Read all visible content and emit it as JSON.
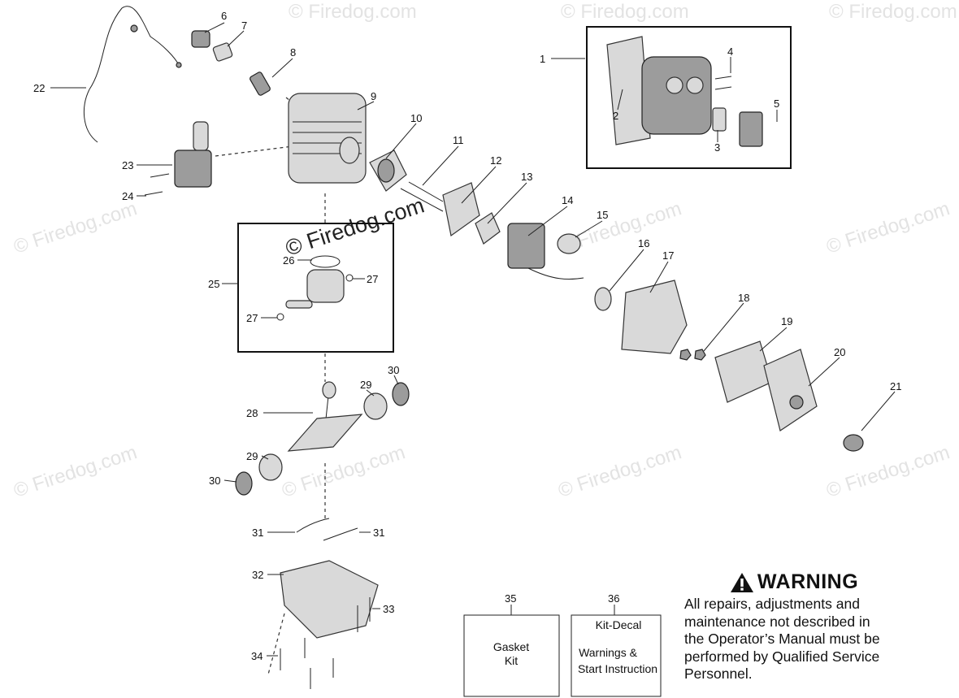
{
  "watermark": "© Firedog.com",
  "callouts": [
    "1",
    "2",
    "3",
    "4",
    "5",
    "6",
    "7",
    "8",
    "9",
    "10",
    "11",
    "12",
    "13",
    "14",
    "15",
    "16",
    "17",
    "18",
    "19",
    "20",
    "21",
    "22",
    "23",
    "24",
    "25",
    "26",
    "27",
    "28",
    "29",
    "30",
    "31",
    "32",
    "33",
    "34",
    "35",
    "36"
  ],
  "kits": {
    "gasket": {
      "number": "35",
      "title": "Gasket",
      "subtitle": "Kit"
    },
    "decal": {
      "number": "36",
      "title": "Kit-Decal",
      "line1": "Warnings &",
      "line2": "Start Instruction"
    }
  },
  "warning": {
    "title": "WARNING",
    "lines": [
      "All repairs, adjustments and",
      "maintenance not described in",
      "the Operator’s Manual must be",
      "performed by Qualified Service",
      "Personnel."
    ]
  }
}
